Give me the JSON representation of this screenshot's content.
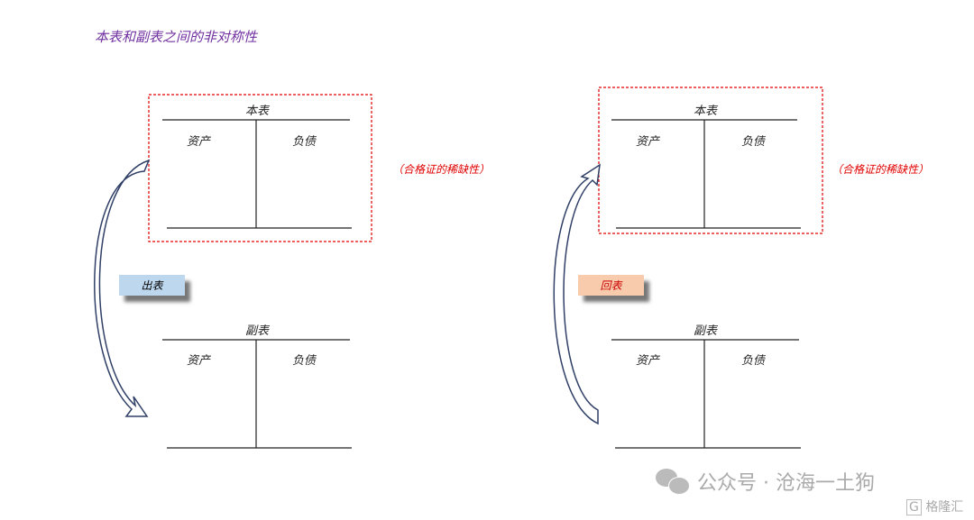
{
  "title": "本表和副表之间的非对称性",
  "left": {
    "main_title": "本表",
    "assets": "资产",
    "liabilities": "负债",
    "note": "（合格证的稀缺性）",
    "button": "出表",
    "sub_title": "副表",
    "sub_assets": "资产",
    "sub_liabilities": "负债"
  },
  "right": {
    "main_title": "本表",
    "assets": "资产",
    "liabilities": "负债",
    "note": "（合格证的稀缺性）",
    "button": "回表",
    "sub_title": "副表",
    "sub_assets": "资产",
    "sub_liabilities": "负债"
  },
  "watermark": {
    "text": "公众号 · 沧海一土狗",
    "logo": "格隆汇"
  },
  "colors": {
    "title": "#7030a0",
    "note": "#e00000",
    "out_button": "#bdd7ee",
    "back_button": "#f8cbad"
  }
}
